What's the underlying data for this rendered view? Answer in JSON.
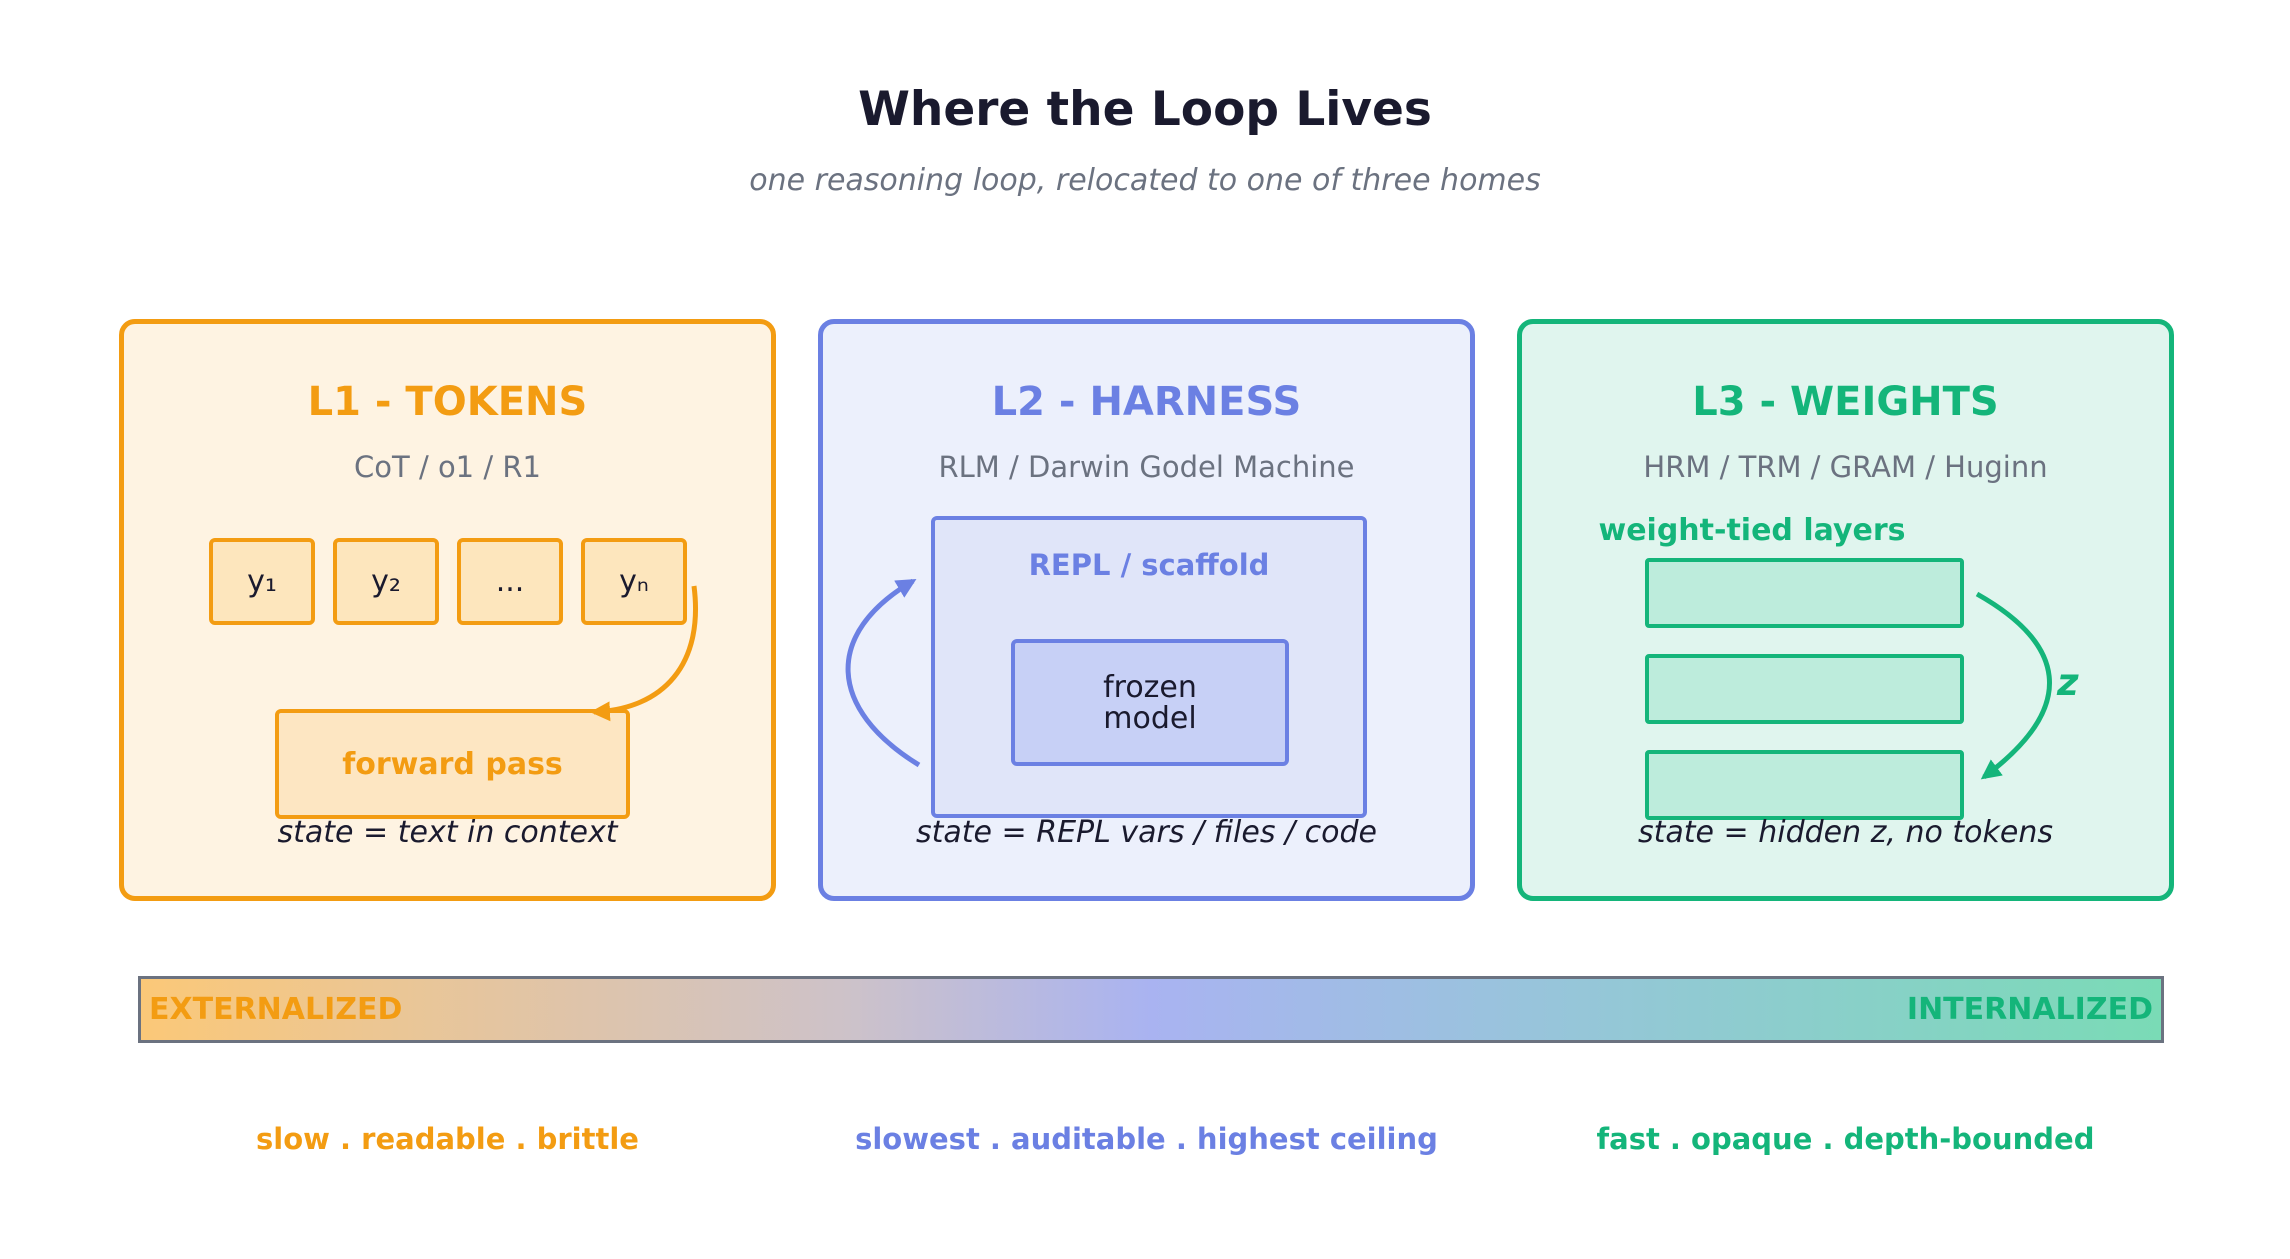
{
  "title": "Where the Loop Lives",
  "subtitle": "one reasoning loop, relocated to one of three homes",
  "panels": {
    "l1": {
      "title": "L1 - TOKENS",
      "examples": "CoT / o1 / R1",
      "tokens": [
        "y₁",
        "y₂",
        "...",
        "yₙ"
      ],
      "forward_label": "forward pass",
      "state": "state = text in context",
      "color": "#f39c12"
    },
    "l2": {
      "title": "L2 - HARNESS",
      "examples": "RLM / Darwin Godel Machine",
      "repl_label": "REPL / scaffold",
      "frozen_label": "frozen\nmodel",
      "state": "state = REPL vars / files / code",
      "color": "#6b80e3"
    },
    "l3": {
      "title": "L3 - WEIGHTS",
      "examples": "HRM / TRM / GRAM / Huginn",
      "layers_label": "weight-tied layers",
      "z_label": "z",
      "state": "state = hidden z, no tokens",
      "color": "#14b57a"
    }
  },
  "spectrum": {
    "left": "EXTERNALIZED",
    "right": "INTERNALIZED"
  },
  "tradeoffs": {
    "l1": "slow . readable . brittle",
    "l2": "slowest . auditable . highest ceiling",
    "l3": "fast . opaque . depth-bounded"
  }
}
